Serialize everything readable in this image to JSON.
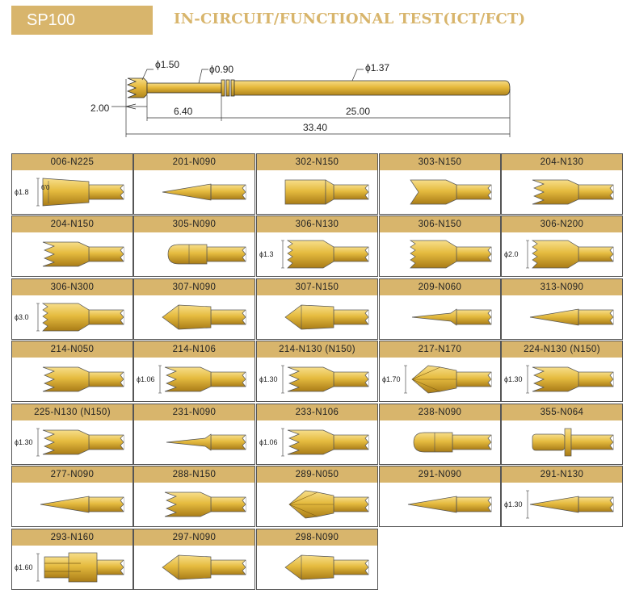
{
  "header": {
    "series": "SP100",
    "title": "IN-CIRCUIT/FUNCTIONAL TEST(ICT/FCT)"
  },
  "diagram": {
    "dims": {
      "head_dia": "ϕ1.50",
      "mid_dia": "ϕ0.90",
      "body_dia": "ϕ1.37",
      "tip_len": "2.00",
      "plunger_len": "6.40",
      "barrel_len": "25.00",
      "total_len": "33.40"
    }
  },
  "colors": {
    "gold": "#d8b56c",
    "brass_light": "#f7de8a",
    "brass_mid": "#e5bb3f",
    "brass_dark": "#a07514"
  },
  "tips": [
    {
      "code": "006-N225",
      "shape": "cup",
      "dim": "ϕ1.8",
      "dim2": "6'0"
    },
    {
      "code": "201-N090",
      "shape": "cone"
    },
    {
      "code": "302-N150",
      "shape": "flat"
    },
    {
      "code": "303-N150",
      "shape": "concave"
    },
    {
      "code": "204-N130",
      "shape": "crown"
    },
    {
      "code": "204-N150",
      "shape": "crown"
    },
    {
      "code": "305-N090",
      "shape": "round"
    },
    {
      "code": "306-N130",
      "shape": "serrated",
      "dim": "ϕ1.3"
    },
    {
      "code": "306-N150",
      "shape": "serrated"
    },
    {
      "code": "306-N200",
      "shape": "serrated",
      "dim": "ϕ2.0"
    },
    {
      "code": "306-N300",
      "shape": "serrated",
      "dim": "ϕ3.0"
    },
    {
      "code": "307-N090",
      "shape": "chisel"
    },
    {
      "code": "307-N150",
      "shape": "chisel"
    },
    {
      "code": "209-N060",
      "shape": "needle"
    },
    {
      "code": "313-N090",
      "shape": "cone"
    },
    {
      "code": "214-N050",
      "shape": "crown"
    },
    {
      "code": "214-N106",
      "shape": "crown",
      "dim": "ϕ1.06"
    },
    {
      "code": "214-N130 (N150)",
      "shape": "crown",
      "dim": "ϕ1.30"
    },
    {
      "code": "217-N170",
      "shape": "star",
      "dim": "ϕ1.70"
    },
    {
      "code": "224-N130 (N150)",
      "shape": "crown",
      "dim": "ϕ1.30"
    },
    {
      "code": "225-N130 (N150)",
      "shape": "crown",
      "dim": "ϕ1.30"
    },
    {
      "code": "231-N090",
      "shape": "needle"
    },
    {
      "code": "233-N106",
      "shape": "crown",
      "dim": "ϕ1.06"
    },
    {
      "code": "238-N090",
      "shape": "round"
    },
    {
      "code": "355-N064",
      "shape": "flange"
    },
    {
      "code": "277-N090",
      "shape": "cone"
    },
    {
      "code": "288-N150",
      "shape": "crown"
    },
    {
      "code": "289-N050",
      "shape": "star"
    },
    {
      "code": "291-N090",
      "shape": "cone"
    },
    {
      "code": "291-N130",
      "shape": "cone",
      "dim": "ϕ1.30"
    },
    {
      "code": "293-N160",
      "shape": "slot",
      "dim": "ϕ1.60"
    },
    {
      "code": "297-N090",
      "shape": "chisel"
    },
    {
      "code": "298-N090",
      "shape": "chisel"
    }
  ]
}
